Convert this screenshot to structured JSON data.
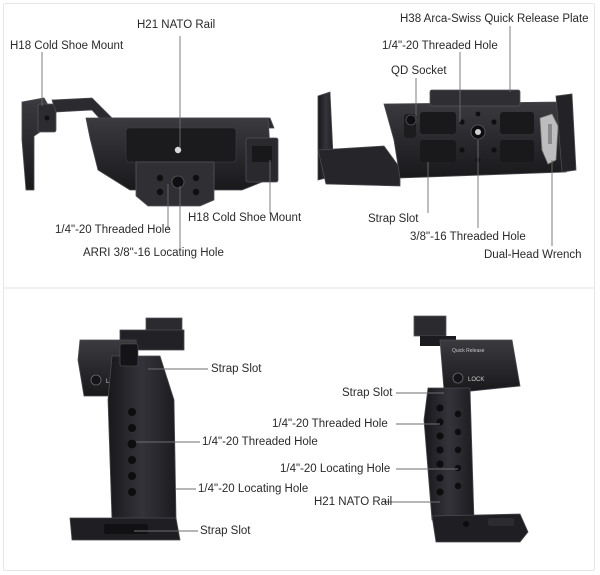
{
  "callouts": {
    "top_left": {
      "h18_top": "H18 Cold Shoe Mount",
      "nato_top": "H21 NATO Rail",
      "threaded_hole": "1/4\"-20 Threaded Hole",
      "arri_hole": "ARRI 3/8\"-16 Locating Hole",
      "h18_bottom": "H18 Cold Shoe Mount"
    },
    "top_right": {
      "arca_plate": "H38 Arca-Swiss Quick Release Plate",
      "threaded_hole": "1/4\"-20 Threaded Hole",
      "qd_socket": "QD Socket",
      "strap_slot": "Strap Slot",
      "big_threaded_hole": "3/8\"-16 Threaded Hole",
      "wrench": "Dual-Head Wrench"
    },
    "bottom_left": {
      "strap_slot_top": "Strap Slot",
      "threaded_hole": "1/4\"-20 Threaded Hole",
      "locating_hole": "1/4\"-20 Locating Hole",
      "strap_slot_bottom": "Strap Slot"
    },
    "bottom_right": {
      "strap_slot": "Strap Slot",
      "threaded_hole": "1/4\"-20 Threaded Hole",
      "locating_hole": "1/4\"-20 Locating Hole",
      "nato_rail": "H21 NATO Rail"
    }
  },
  "engravings": {
    "lock_left": "LOCK",
    "lock_right": "LOCK",
    "quick_release": "Quick Release"
  },
  "colors": {
    "metal_dark": "#1f1f22",
    "metal_mid": "#2c2c30",
    "metal_edge": "#4a4a50",
    "leader_line": "#6e6e6e",
    "text": "#2a2a2a"
  }
}
